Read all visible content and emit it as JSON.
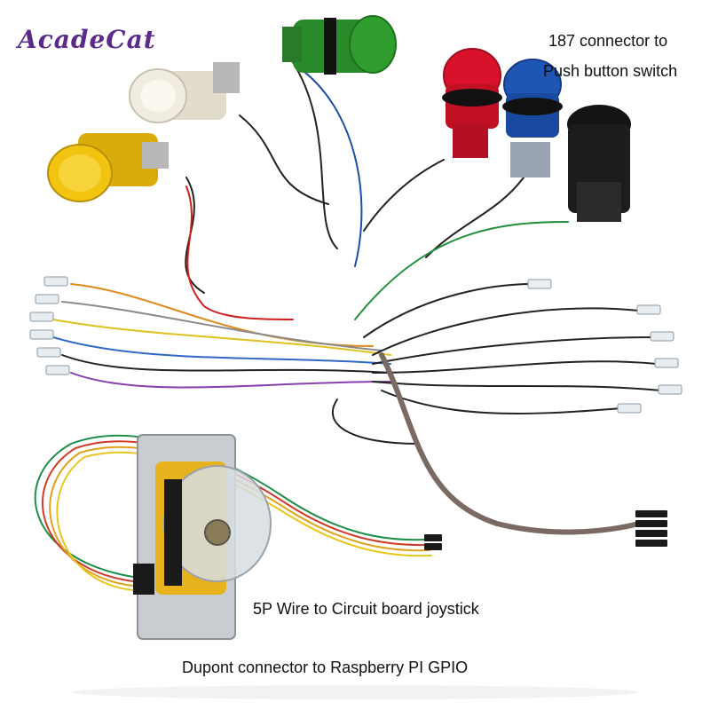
{
  "brand": "AcadeCat",
  "captions": {
    "push_button_line1": "187 connector to",
    "push_button_line2": "Push button switch",
    "joystick_wire": "5P Wire to Circuit board joystick",
    "dupont": "Dupont connector to Raspberry PI GPIO"
  },
  "colors": {
    "yellow_button": "#f2c40f",
    "white_button": "#f1ece0",
    "green_button": "#2f9e2f",
    "red_button": "#d8122a",
    "blue_button": "#1f55b5",
    "black_button": "#141414",
    "brand": "#5b2b8c"
  }
}
